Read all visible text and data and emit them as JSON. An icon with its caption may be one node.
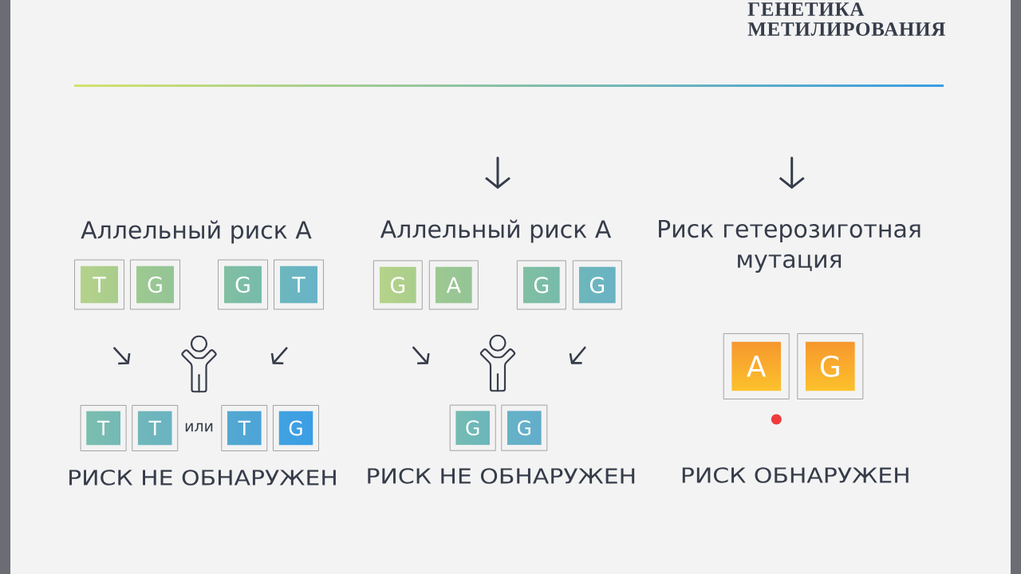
{
  "diagram": {
    "title": "ГЕНЕТИКА МЕТИЛИРОВАНИЯ",
    "nodes": [
      {
        "text": [
          "T"
        ]
      },
      {
        "text": [
          "G"
        ]
      },
      {
        "text": [
          "G"
        ]
      },
      {
        "text": [
          "T"
        ]
      },
      {
        "text": [],
        "shape": "person"
      },
      {
        "text": [
          "T"
        ]
      },
      {
        "text": [
          "T"
        ]
      },
      {
        "text": [
          "T"
        ]
      },
      {
        "text": [
          "G"
        ]
      },
      {
        "text": [
          "G"
        ]
      },
      {
        "text": [
          "A"
        ]
      },
      {
        "text": [
          "G"
        ]
      },
      {
        "text": [
          "G"
        ]
      },
      {
        "text": [],
        "shape": "person"
      },
      {
        "text": [
          "G"
        ]
      },
      {
        "text": [
          "G"
        ]
      },
      {
        "text": [
          "A"
        ]
      },
      {
        "text": [
          "G"
        ]
      }
    ],
    "labels": [
      "Аллельный риск A",
      "Аллельный риск A",
      "Риск гетерозиготная мутация",
      "или",
      "РИСК НЕ ОБНАРУЖЕН",
      "РИСК НЕ ОБНАРУЖЕН",
      "РИСК ОБНАРУЖЕН"
    ]
  }
}
